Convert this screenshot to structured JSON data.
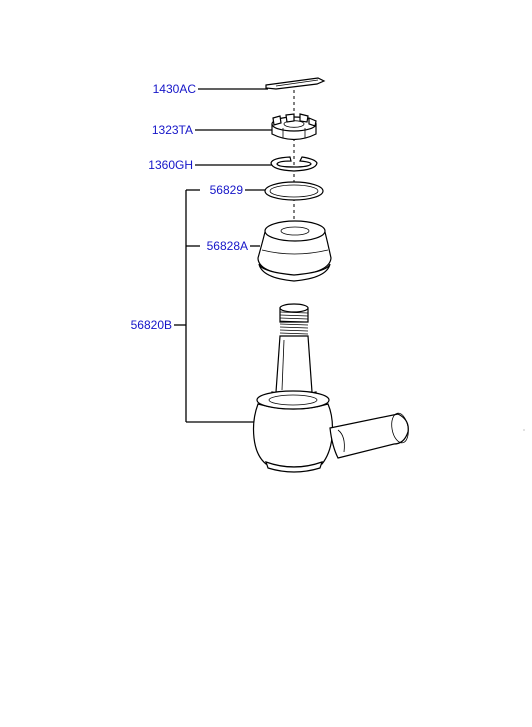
{
  "diagram": {
    "callouts": [
      {
        "id": "cotter_pin",
        "label": "1430AC"
      },
      {
        "id": "castle_nut",
        "label": "1323TA"
      },
      {
        "id": "snap_ring",
        "label": "1360GH"
      },
      {
        "id": "seal_ring",
        "label": "56829"
      },
      {
        "id": "dust_boot",
        "label": "56828A"
      },
      {
        "id": "tie_rod_end_assy",
        "label": "56820B"
      }
    ],
    "colors": {
      "callout_text": "#1515c8",
      "line": "#000000",
      "background": "#ffffff"
    }
  }
}
